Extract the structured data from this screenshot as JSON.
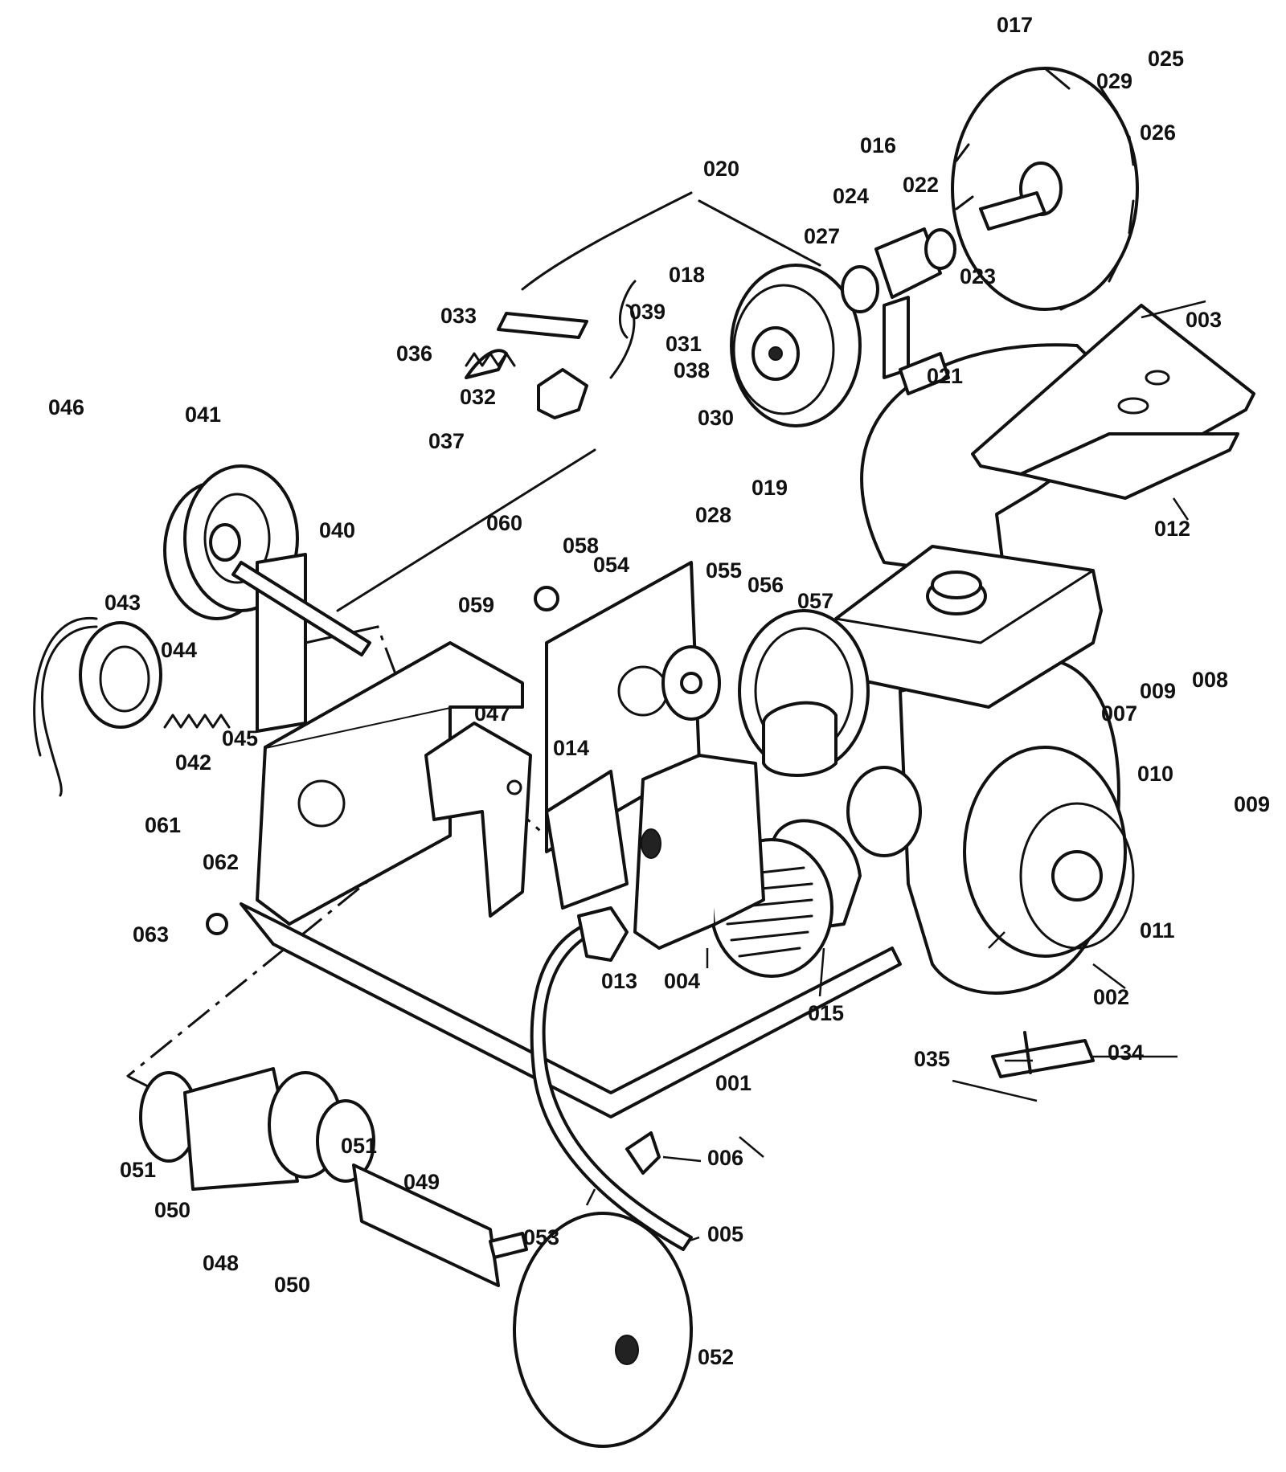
{
  "callouts": [
    {
      "id": "001",
      "text": "001"
    },
    {
      "id": "002",
      "text": "002"
    },
    {
      "id": "003",
      "text": "003"
    },
    {
      "id": "004",
      "text": "004"
    },
    {
      "id": "005",
      "text": "005"
    },
    {
      "id": "006",
      "text": "006"
    },
    {
      "id": "007",
      "text": "007"
    },
    {
      "id": "008",
      "text": "008"
    },
    {
      "id": "009a",
      "text": "009"
    },
    {
      "id": "009b",
      "text": "009"
    },
    {
      "id": "010",
      "text": "010"
    },
    {
      "id": "011",
      "text": "011"
    },
    {
      "id": "012",
      "text": "012"
    },
    {
      "id": "013",
      "text": "013"
    },
    {
      "id": "014",
      "text": "014"
    },
    {
      "id": "015",
      "text": "015"
    },
    {
      "id": "016",
      "text": "016"
    },
    {
      "id": "017",
      "text": "017"
    },
    {
      "id": "018",
      "text": "018"
    },
    {
      "id": "019",
      "text": "019"
    },
    {
      "id": "020",
      "text": "020"
    },
    {
      "id": "021",
      "text": "021"
    },
    {
      "id": "022",
      "text": "022"
    },
    {
      "id": "023",
      "text": "023"
    },
    {
      "id": "024",
      "text": "024"
    },
    {
      "id": "025",
      "text": "025"
    },
    {
      "id": "026",
      "text": "026"
    },
    {
      "id": "027",
      "text": "027"
    },
    {
      "id": "028",
      "text": "028"
    },
    {
      "id": "029",
      "text": "029"
    },
    {
      "id": "030",
      "text": "030"
    },
    {
      "id": "031",
      "text": "031"
    },
    {
      "id": "032",
      "text": "032"
    },
    {
      "id": "033",
      "text": "033"
    },
    {
      "id": "034",
      "text": "034"
    },
    {
      "id": "035",
      "text": "035"
    },
    {
      "id": "036",
      "text": "036"
    },
    {
      "id": "037",
      "text": "037"
    },
    {
      "id": "038",
      "text": "038"
    },
    {
      "id": "039",
      "text": "039"
    },
    {
      "id": "040",
      "text": "040"
    },
    {
      "id": "041",
      "text": "041"
    },
    {
      "id": "042",
      "text": "042"
    },
    {
      "id": "043",
      "text": "043"
    },
    {
      "id": "044",
      "text": "044"
    },
    {
      "id": "045",
      "text": "045"
    },
    {
      "id": "046",
      "text": "046"
    },
    {
      "id": "047",
      "text": "047"
    },
    {
      "id": "048",
      "text": "048"
    },
    {
      "id": "049",
      "text": "049"
    },
    {
      "id": "050a",
      "text": "050"
    },
    {
      "id": "050b",
      "text": "050"
    },
    {
      "id": "051a",
      "text": "051"
    },
    {
      "id": "051b",
      "text": "051"
    },
    {
      "id": "052",
      "text": "052"
    },
    {
      "id": "053",
      "text": "053"
    },
    {
      "id": "054",
      "text": "054"
    },
    {
      "id": "055",
      "text": "055"
    },
    {
      "id": "056",
      "text": "056"
    },
    {
      "id": "057",
      "text": "057"
    },
    {
      "id": "058",
      "text": "058"
    },
    {
      "id": "059",
      "text": "059"
    },
    {
      "id": "060",
      "text": "060"
    },
    {
      "id": "061",
      "text": "061"
    },
    {
      "id": "062",
      "text": "062"
    },
    {
      "id": "063",
      "text": "063"
    }
  ]
}
